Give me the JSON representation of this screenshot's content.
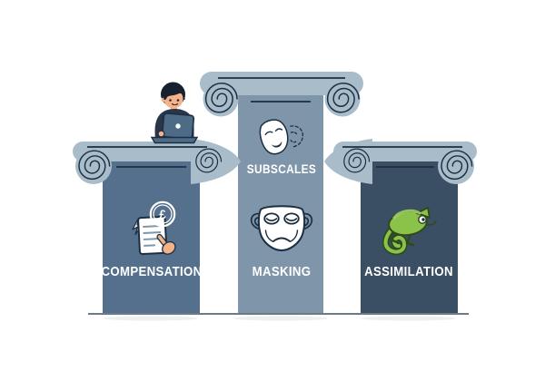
{
  "pillars": [
    {
      "id": "compensation",
      "label": "COMPENSATION",
      "icons": [
        "pointing-hand-document-icon",
        "coin-currency-icon",
        "click-spark-icon"
      ]
    },
    {
      "id": "masking",
      "label": "MASKING",
      "sublabel": "SUBSCALES",
      "icons": [
        "theater-masks-icon",
        "face-mask-icon"
      ]
    },
    {
      "id": "assimilation",
      "label": "ASSIMILATION",
      "icons": [
        "chameleon-icon"
      ]
    }
  ],
  "coin_symbol": "£",
  "person": {
    "description": "man working on laptop sitting on left pillar"
  },
  "colors": {
    "capital": "#a9bcca",
    "shaft_left": "#54708d",
    "shaft_mid": "#7e95aa",
    "shaft_right": "#3a4e64",
    "outline": "#1c2e42",
    "baseline": "#6b7a88",
    "white": "#ffffff",
    "green": "#8bc34a",
    "green_dark": "#2f4a1d",
    "skin": "#f5b289",
    "hair": "#16202e",
    "sweater": "#2a3648",
    "laptop": "#4d6a87",
    "doc_line": "#7e95aa"
  }
}
